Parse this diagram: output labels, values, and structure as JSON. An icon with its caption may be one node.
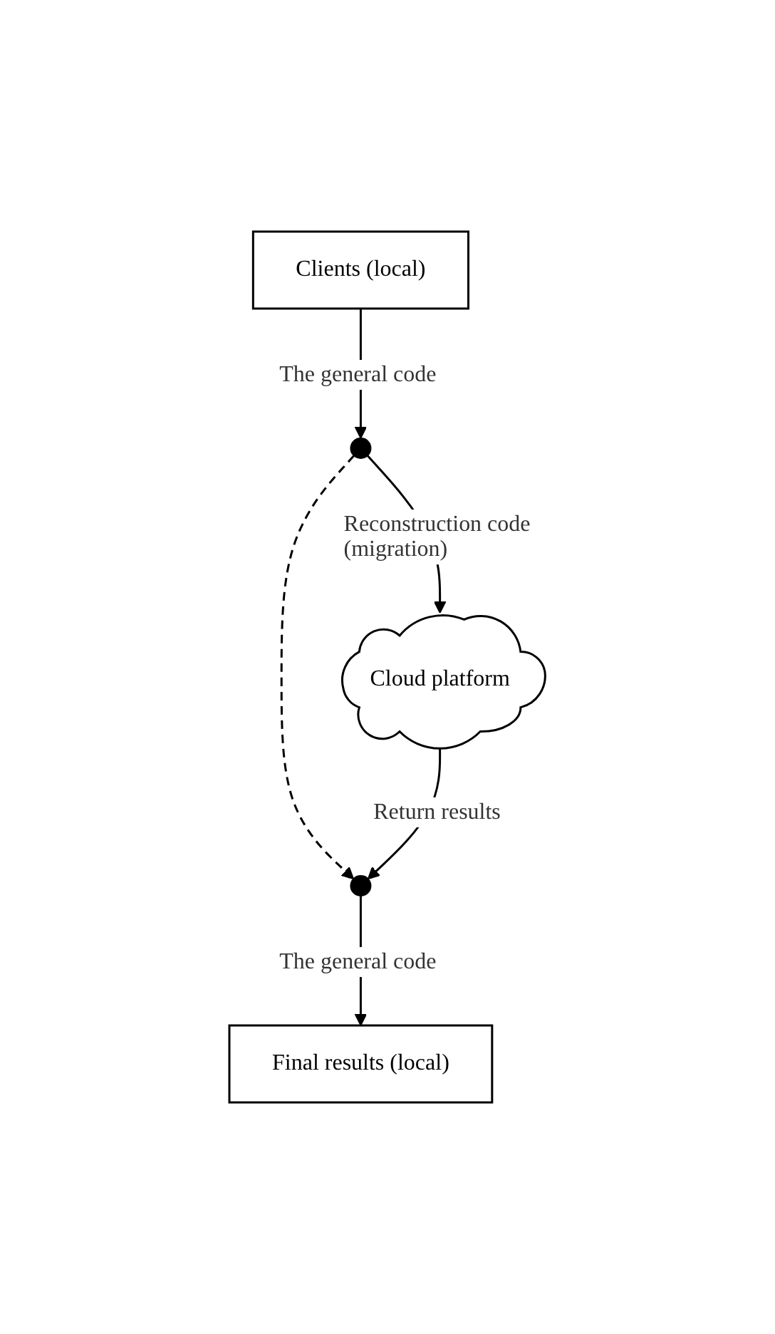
{
  "diagram": {
    "nodes": [
      {
        "text": [
          "Clients (local)"
        ]
      },
      {
        "text": [],
        "shape": "point"
      },
      {
        "text": [
          "Cloud platform"
        ]
      },
      {
        "text": [],
        "shape": "point"
      },
      {
        "text": [
          "Final results (local)"
        ]
      }
    ],
    "edges": [
      {
        "from": 0,
        "to": 1,
        "arrow": "to",
        "label": "The general code"
      },
      {
        "from": 1,
        "to": 3,
        "arrow": "to",
        "style": "dashed"
      },
      {
        "from": 1,
        "to": 2,
        "arrow": "to",
        "label": "Reconstruction code (migration)"
      },
      {
        "from": 2,
        "to": 3,
        "arrow": "to",
        "label": "Return results"
      },
      {
        "from": 3,
        "to": 4,
        "arrow": "to",
        "label": "The general code"
      }
    ]
  }
}
